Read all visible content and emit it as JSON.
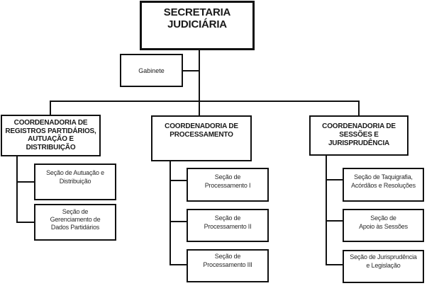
{
  "org_chart": {
    "root": {
      "label_lines": [
        "SECRETARIA",
        "JUDICIÁRIA"
      ]
    },
    "staff": {
      "label": "Gabinete"
    },
    "coordinations": [
      {
        "label_lines": [
          "COORDENADORIA DE",
          "REGISTROS PARTIDÁRIOS,",
          "AUTUAÇÃO E",
          "DISTRIBUIÇÃO"
        ],
        "sections": [
          {
            "label_lines": [
              "Seção de Autuação e",
              "Distribuição"
            ]
          },
          {
            "label_lines": [
              "Seção de",
              "Gerenciamento de",
              "Dados Partidários"
            ]
          }
        ]
      },
      {
        "label_lines": [
          "COORDENADORIA DE",
          "PROCESSAMENTO"
        ],
        "sections": [
          {
            "label_lines": [
              "Seção de",
              "Processamento I"
            ]
          },
          {
            "label_lines": [
              "Seção de",
              "Processamento II"
            ]
          },
          {
            "label_lines": [
              "Seção de",
              "Processamento III"
            ]
          }
        ]
      },
      {
        "label_lines": [
          "COORDENADORIA DE",
          "SESSÕES E",
          "JURISPRUDÊNCIA"
        ],
        "sections": [
          {
            "label_lines": [
              "Seção de Taquigrafia,",
              "Acórdãos e Resoluções"
            ]
          },
          {
            "label_lines": [
              "Seção de",
              "Apoio às Sessões"
            ]
          },
          {
            "label_lines": [
              "Seção de Jurisprudência",
              "e Legislação"
            ]
          }
        ]
      }
    ]
  }
}
